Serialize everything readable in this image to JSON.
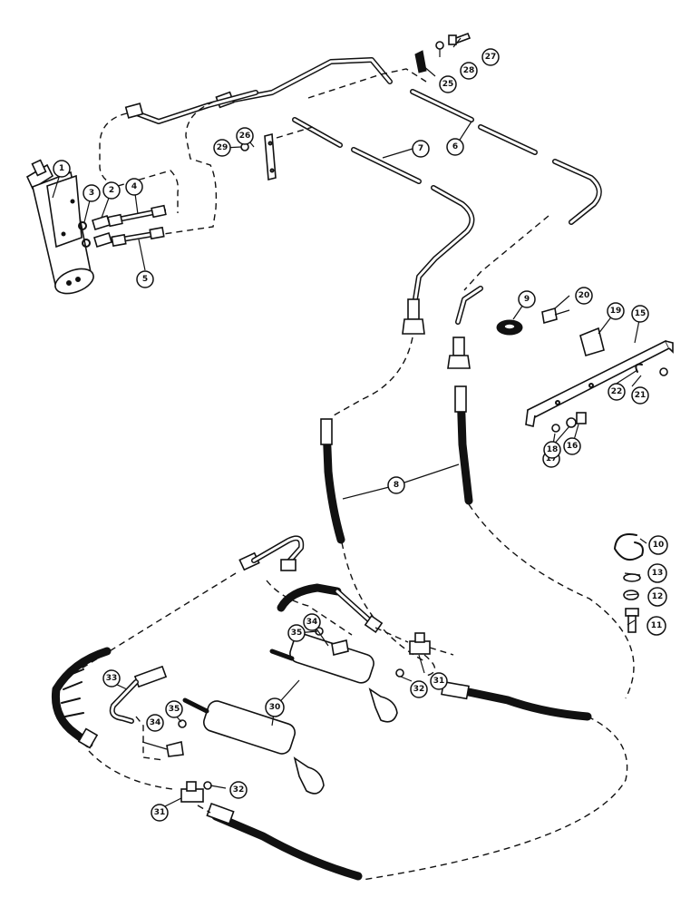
{
  "callouts": [
    {
      "id": "c1",
      "label": "1"
    },
    {
      "id": "c2",
      "label": "2"
    },
    {
      "id": "c3",
      "label": "3"
    },
    {
      "id": "c4",
      "label": "4"
    },
    {
      "id": "c5",
      "label": "5"
    },
    {
      "id": "c6",
      "label": "6"
    },
    {
      "id": "c7",
      "label": "7"
    },
    {
      "id": "c8",
      "label": "8"
    },
    {
      "id": "c9",
      "label": "9"
    },
    {
      "id": "c10",
      "label": "10"
    },
    {
      "id": "c11",
      "label": "11"
    },
    {
      "id": "c12",
      "label": "12"
    },
    {
      "id": "c13",
      "label": "13"
    },
    {
      "id": "c15",
      "label": "15"
    },
    {
      "id": "c16",
      "label": "16"
    },
    {
      "id": "c17",
      "label": "17"
    },
    {
      "id": "c18",
      "label": "18"
    },
    {
      "id": "c19",
      "label": "19"
    },
    {
      "id": "c20",
      "label": "20"
    },
    {
      "id": "c21",
      "label": "21"
    },
    {
      "id": "c22",
      "label": "22"
    },
    {
      "id": "c25",
      "label": "25"
    },
    {
      "id": "c26",
      "label": "26"
    },
    {
      "id": "c27",
      "label": "27"
    },
    {
      "id": "c28",
      "label": "28"
    },
    {
      "id": "c29",
      "label": "29"
    },
    {
      "id": "c30",
      "label": "30"
    },
    {
      "id": "c31a",
      "label": "31"
    },
    {
      "id": "c31b",
      "label": "31"
    },
    {
      "id": "c32a",
      "label": "32"
    },
    {
      "id": "c32b",
      "label": "32"
    },
    {
      "id": "c33",
      "label": "33"
    },
    {
      "id": "c34a",
      "label": "34"
    },
    {
      "id": "c34b",
      "label": "34"
    },
    {
      "id": "c35a",
      "label": "35"
    },
    {
      "id": "c35b",
      "label": "35"
    }
  ]
}
